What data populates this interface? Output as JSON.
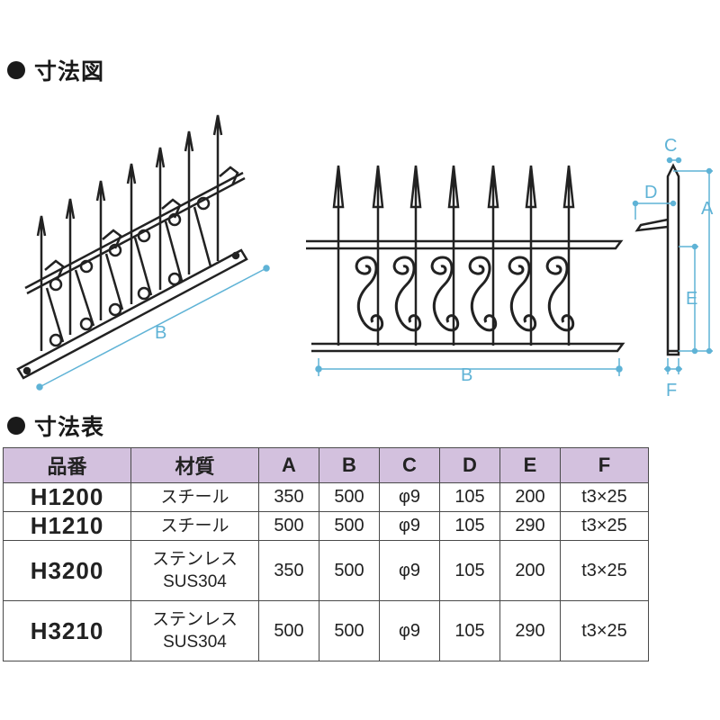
{
  "headings": {
    "diagram": "寸法図",
    "table": "寸法表"
  },
  "diagram_labels": {
    "persp_b": "B",
    "front_b": "B",
    "a": "A",
    "c": "C",
    "d": "D",
    "e": "E",
    "f": "F"
  },
  "colors": {
    "dimension": "#5fb3d6",
    "header_bg": "#d3c1de"
  },
  "table": {
    "headers": [
      "品番",
      "材質",
      "A",
      "B",
      "C",
      "D",
      "E",
      "F"
    ],
    "rows": [
      {
        "code": "H1200",
        "material": [
          "スチール"
        ],
        "a": "350",
        "b": "500",
        "c": "φ9",
        "d": "105",
        "e": "200",
        "f": "t3×25"
      },
      {
        "code": "H1210",
        "material": [
          "スチール"
        ],
        "a": "500",
        "b": "500",
        "c": "φ9",
        "d": "105",
        "e": "290",
        "f": "t3×25"
      },
      {
        "code": "H3200",
        "material": [
          "ステンレス",
          "SUS304"
        ],
        "a": "350",
        "b": "500",
        "c": "φ9",
        "d": "105",
        "e": "200",
        "f": "t3×25"
      },
      {
        "code": "H3210",
        "material": [
          "ステンレス",
          "SUS304"
        ],
        "a": "500",
        "b": "500",
        "c": "φ9",
        "d": "105",
        "e": "290",
        "f": "t3×25"
      }
    ]
  }
}
